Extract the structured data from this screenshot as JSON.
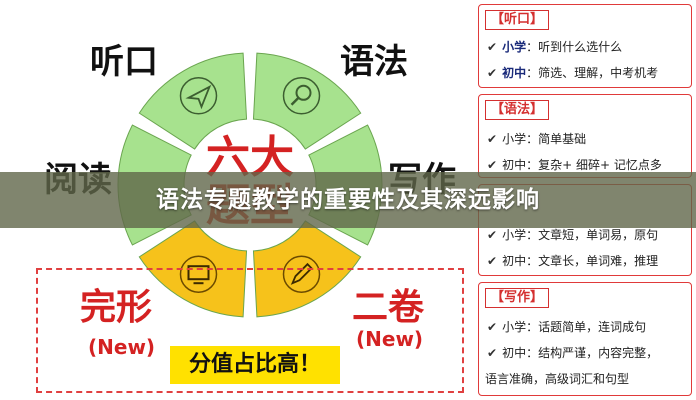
{
  "banner": {
    "title": "语法专题教学的重要性及其深远影响"
  },
  "wheel": {
    "center": [
      "六大",
      "题型"
    ],
    "labels": {
      "tingkou": "听口",
      "yufa": "语法",
      "yuedu": "阅读",
      "xiezuo": "写作",
      "wanxing": "完形",
      "wanxing_new": "(New)",
      "erjuan": "二卷",
      "erjuan_new": "(New)"
    },
    "score_note": "分值占比高！",
    "colors": {
      "green": "#a7e28e",
      "yellow": "#f6c21b",
      "red": "#d42222",
      "ring": "#ffffff"
    },
    "icons": [
      "send-icon",
      "magnifier-icon",
      "monitor-icon",
      "pencil-icon"
    ]
  },
  "cards": {
    "tingkou": {
      "title": "【听口】",
      "rows": [
        {
          "check": "✔",
          "level": "小学",
          "text": "：听到什么选什么"
        },
        {
          "check": "✔",
          "level": "初中",
          "text": "：筛选、理解，中考机考"
        }
      ]
    },
    "yufa": {
      "title": "【语法】",
      "rows": [
        {
          "check": "✔",
          "level": "小学",
          "text": "：简单基础"
        },
        {
          "check": "✔",
          "level": "初中",
          "text": "：复杂+ 细碎+ 记忆点多"
        }
      ]
    },
    "yuedu": {
      "rows": [
        {
          "check": "✔",
          "level": "小学",
          "text": "：文章短，单词易，原句"
        },
        {
          "check": "✔",
          "level": "初中",
          "text": "：文章长，单词难，推理"
        }
      ]
    },
    "xiezuo": {
      "title": "【写作】",
      "rows": [
        {
          "check": "✔",
          "level": "小学",
          "text": "：话题简单，连词成句"
        },
        {
          "check": "✔",
          "level": "初中",
          "text": "：结构严谨，内容完整，"
        }
      ],
      "continuation": "语言准确，高级词汇和句型"
    }
  }
}
